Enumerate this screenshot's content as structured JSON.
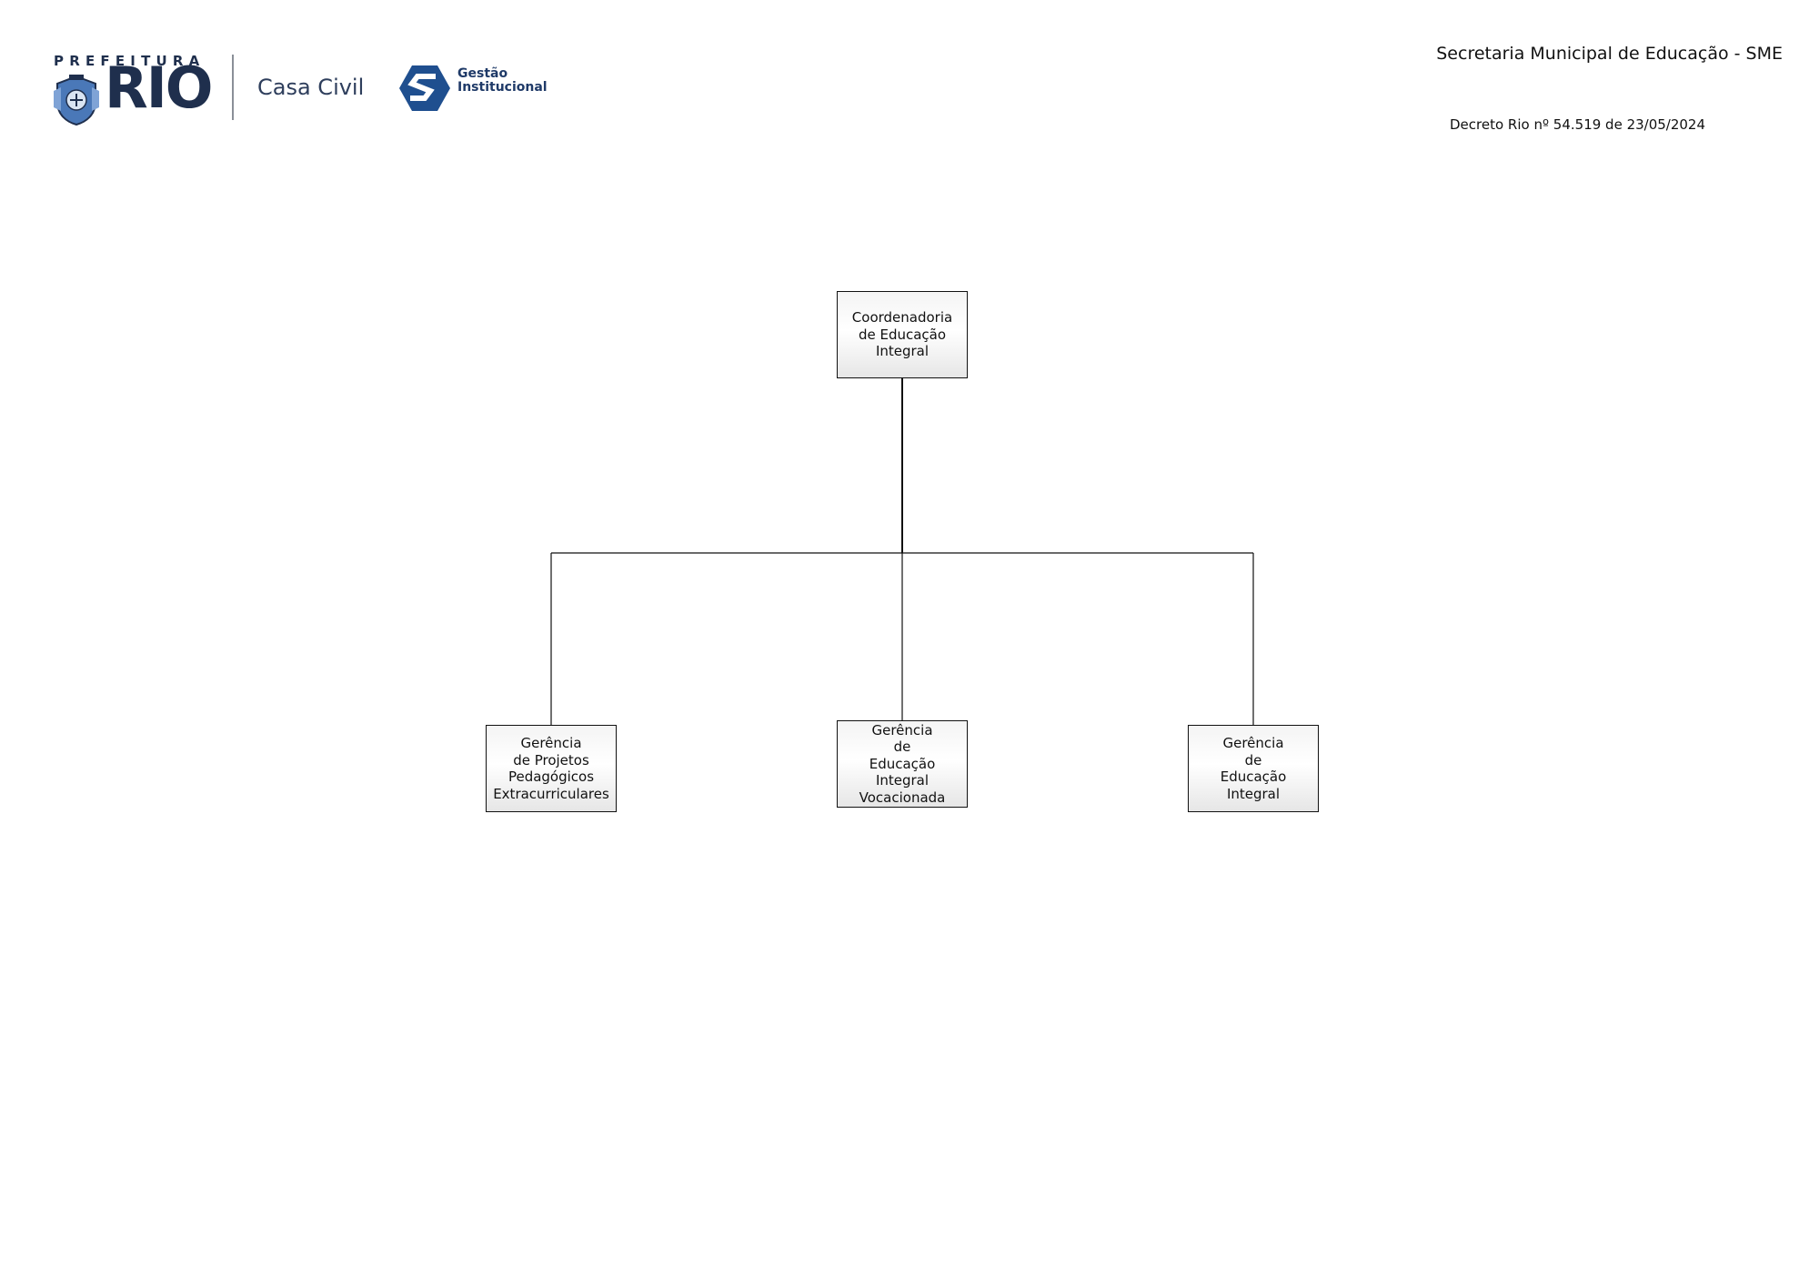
{
  "header": {
    "logo": {
      "prefeitura_text": "PREFEITURA",
      "rio_text": "RIO",
      "casa_civil_text": "Casa Civil",
      "gestao_line1": "Gestão",
      "gestao_line2": "Institucional",
      "brand_color": "#1f2f4d",
      "crest_icon": "rio-coat-of-arms-icon",
      "gestao_icon": "gestao-institucional-icon"
    },
    "title": "Secretaria Municipal de Educação - SME",
    "decree": "Decreto Rio nº 54.519 de 23/05/2024"
  },
  "org_chart": {
    "root": {
      "label": "Coordenadoria\nde Educação\nIntegral"
    },
    "children": [
      {
        "label": "Gerência\nde Projetos\nPedagógicos\nExtracurriculares"
      },
      {
        "label": "Gerência\nde\nEducação\nIntegral\nVocacionada"
      },
      {
        "label": "Gerência\nde\nEducação\nIntegral"
      }
    ]
  }
}
